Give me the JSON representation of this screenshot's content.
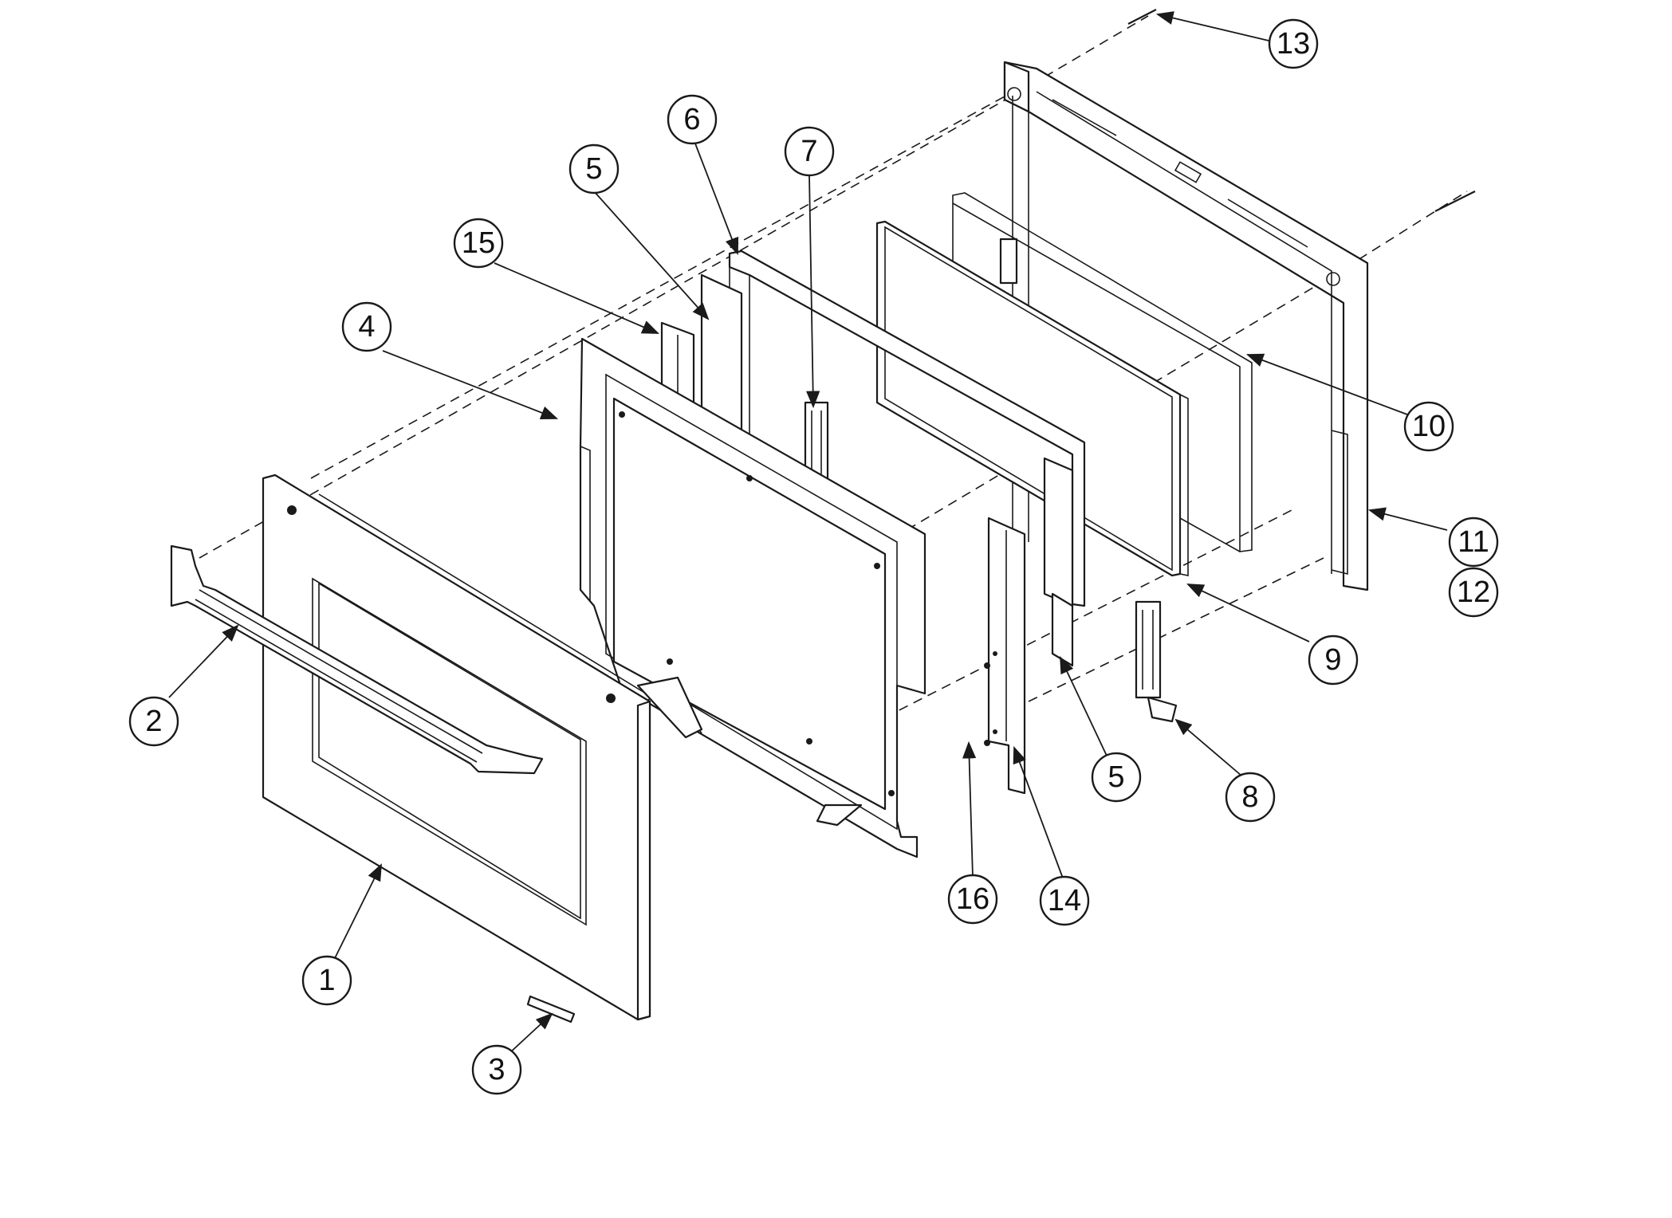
{
  "diagram": {
    "callouts": {
      "c1": "1",
      "c2": "2",
      "c3": "3",
      "c4": "4",
      "c5a": "5",
      "c5b": "5",
      "c6": "6",
      "c7": "7",
      "c8": "8",
      "c9": "9",
      "c10": "10",
      "c11": "11",
      "c12": "12",
      "c13": "13",
      "c14": "14",
      "c15": "15",
      "c16": "16"
    }
  },
  "colors": {
    "line": "#1a1a1a",
    "background": "#ffffff"
  }
}
